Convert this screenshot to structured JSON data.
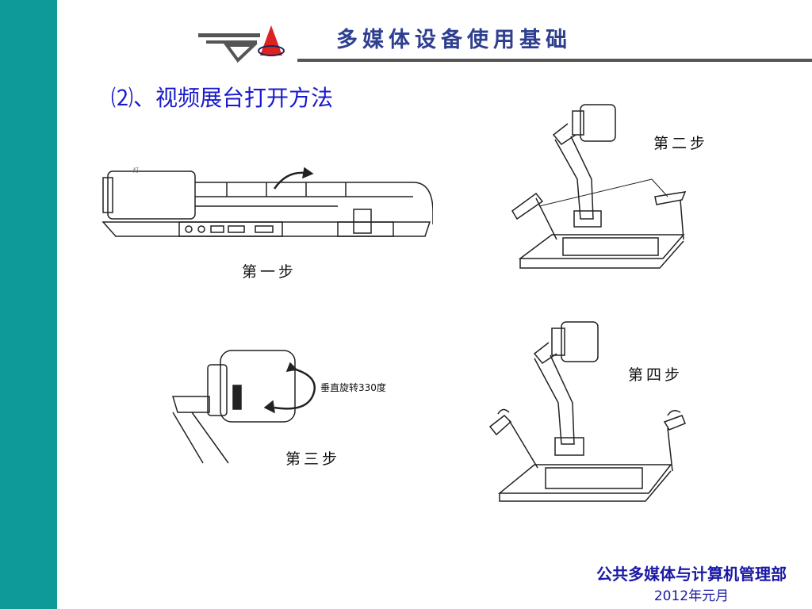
{
  "header": {
    "title": "多媒体设备使用基础"
  },
  "slide": {
    "heading": "⑵、视频展台打开方法"
  },
  "steps": {
    "step1": "第一步",
    "step2": "第二步",
    "step3": "第三步",
    "step4": "第四步"
  },
  "figures": {
    "step2_callout": "灯",
    "step3_annotation": "垂直旋转330度"
  },
  "footer": {
    "department": "公共多媒体与计算机管理部",
    "date": "2012年元月"
  },
  "colors": {
    "sidebar": "#0f9a9a",
    "heading": "#1a1acc",
    "title": "#2f3f8f",
    "footer": "#1a1aa6"
  }
}
